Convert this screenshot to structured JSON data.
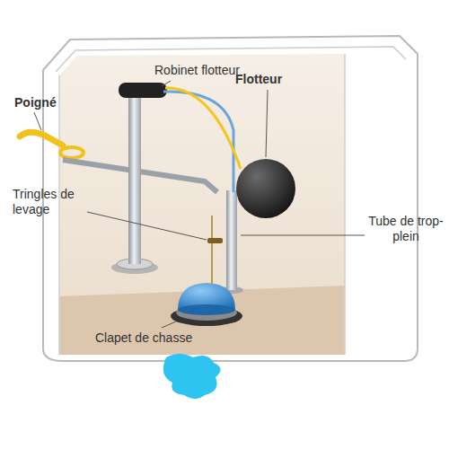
{
  "diagram": {
    "labels": [
      "Poigné",
      "Robinet flotteur",
      "Flotteur",
      "Tringles de levage",
      "Tube de trop-plein",
      "Clapet de chasse"
    ]
  }
}
